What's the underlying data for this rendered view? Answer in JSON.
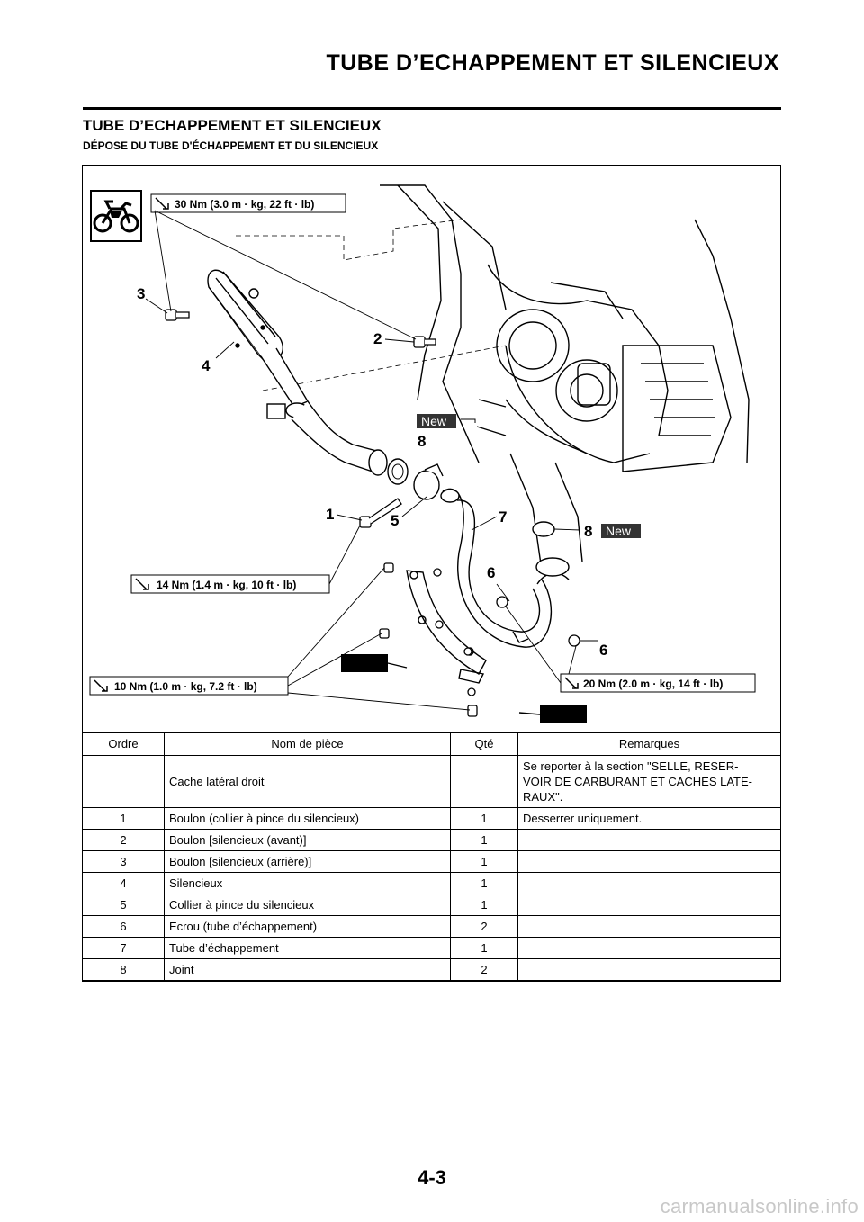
{
  "header": {
    "title": "TUBE D’ECHAPPEMENT ET SILENCIEUX"
  },
  "section": {
    "title": "TUBE D’ECHAPPEMENT ET SILENCIEUX",
    "subtitle": "DÉPOSE DU TUBE D'ÉCHAPPEMENT ET DU SILENCIEUX"
  },
  "diagram": {
    "torques": {
      "t30": "30 Nm (3.0 m · kg, 22 ft · lb)",
      "t14": "14 Nm (1.4 m · kg, 10 ft · lb)",
      "t10": "10 Nm (1.0 m · kg, 7.2 ft · lb)",
      "t20": "20 Nm (2.0 m · kg, 14 ft · lb)"
    },
    "new_label": "New",
    "callouts": {
      "c1": "1",
      "c2": "2",
      "c3": "3",
      "c4": "4",
      "c5": "5",
      "c6": "6",
      "c7": "7",
      "c8": "8"
    },
    "icons": [
      "motorcycle-icon",
      "torque-wrench-icon",
      "new-part-badge",
      "grease-applicator-icon"
    ]
  },
  "table": {
    "headers": [
      "Ordre",
      "Nom de pièce",
      "Qté",
      "Remarques"
    ],
    "rows": [
      {
        "order": "",
        "name": "Cache latéral droit",
        "qty": "",
        "remarks": "Se reporter à la section \"SELLE, RESER-\nVOIR DE CARBURANT ET CACHES LATE-\nRAUX\"."
      },
      {
        "order": "1",
        "name": "Boulon (collier à pince du silencieux)",
        "qty": "1",
        "remarks": "Desserrer uniquement."
      },
      {
        "order": "2",
        "name": "Boulon [silencieux (avant)]",
        "qty": "1",
        "remarks": ""
      },
      {
        "order": "3",
        "name": "Boulon [silencieux (arrière)]",
        "qty": "1",
        "remarks": ""
      },
      {
        "order": "4",
        "name": "Silencieux",
        "qty": "1",
        "remarks": ""
      },
      {
        "order": "5",
        "name": "Collier à pince du silencieux",
        "qty": "1",
        "remarks": ""
      },
      {
        "order": "6",
        "name": "Ecrou (tube d’échappement)",
        "qty": "2",
        "remarks": ""
      },
      {
        "order": "7",
        "name": "Tube d’échappement",
        "qty": "1",
        "remarks": ""
      },
      {
        "order": "8",
        "name": "Joint",
        "qty": "2",
        "remarks": ""
      }
    ]
  },
  "footer": {
    "page_number": "4-3",
    "watermark": "carmanualsonline.info"
  }
}
